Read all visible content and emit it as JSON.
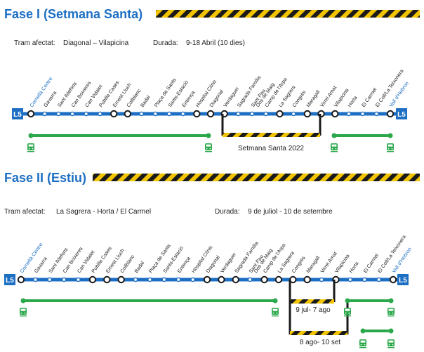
{
  "colors": {
    "line_blue": "#1d6fc4",
    "title_blue": "#1d6fc4",
    "green": "#2aa84a",
    "hazard_yellow": "#f2c400",
    "hazard_black": "#1a1a1a",
    "closed_black": "#1a1a1a",
    "terminal_label": "#1d6fc4"
  },
  "line_badge": "L5",
  "phase1": {
    "title": "Fase I (Setmana Santa)",
    "tram_label": "Tram afectat:",
    "tram_value": "Diagonal – Vilapicina",
    "durada_label": "Durada:",
    "durada_value": "9-18 Abril (10 dies)",
    "stations": [
      "Cornellà Centre",
      "Gavarra",
      "Sant Ildefons",
      "Can Boixeres",
      "Can Vidalet",
      "Pubilla Cases",
      "Ernest Lluch",
      "Collblanc",
      "Badal",
      "Plaça de Sants",
      "Sants-Estació",
      "Entença",
      "Hospital Clínic",
      "Diagonal",
      "Verdaguer",
      "Sagrada Família",
      "Sant Pau | Dos de Maig",
      "Camp de l'Arpa",
      "La Sagrera",
      "Congrés",
      "Maragall",
      "Virrei Amat",
      "Vilapicina",
      "Horta",
      "El Carmel",
      "El Coll/La Teixonera",
      "Vall d'Hebron"
    ],
    "closure_label": "Setmana Santa 2022"
  },
  "phase2": {
    "title": "Fase II (Estiu)",
    "tram_label": "Tram afectat:",
    "tram_value": "La Sagrera - Horta / El Carmel",
    "durada_label": "Durada:",
    "durada_value": "9 de juliol - 10 de setembre",
    "stations": [
      "Cornellà Centre",
      "Gavarra",
      "Sant Ildefons",
      "Can Boixeres",
      "Can Vidalet",
      "Pubilla Cases",
      "Ernest Lluch",
      "Collblanc",
      "Badal",
      "Plaça de Sants",
      "Sants-Estació",
      "Entença",
      "Hospital Clínic",
      "Diagonal",
      "Verdaguer",
      "Sagrada Família",
      "Sant Pau | Dos de Maig",
      "Camp de l'Arpa",
      "La Sagrera",
      "Congrés",
      "Maragall",
      "Virrei Amat",
      "Vilapicina",
      "Horta",
      "El Carmel",
      "El Coll/La Teixonera",
      "Vall d'Hebron"
    ],
    "closure1_label": "9 jul- 7 ago",
    "closure2_label": "8 ago- 10 set"
  }
}
